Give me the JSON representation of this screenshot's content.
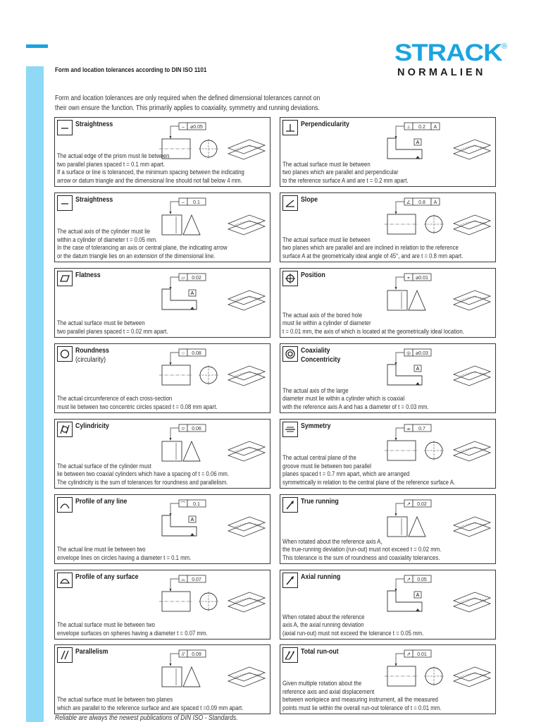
{
  "header": {
    "title": "Form and location tolerances according to DIN ISO 1101",
    "logo": {
      "brand": "STRACK",
      "registered": "®",
      "sub": "NORMALIEN"
    },
    "intro_lines": [
      "Form and location tolerances are only required when the defined dimensional tolerances cannot on",
      "their own ensure the function. This primarily applies to coaxiality, symmetry and running deviations."
    ],
    "colors": {
      "brand_blue": "#1ba4e0",
      "side_bar": "#8fd8f6"
    }
  },
  "cards": [
    {
      "title": "Straightness",
      "symbol": "straightness-icon",
      "frame": [
        "–",
        "⌀0.05"
      ],
      "lines": [
        "The actual edge of the prism must lie between",
        "two parallel planes spaced t = 0.1 mm apart.",
        "If a surface or line is toleranced, the minimum spacing between the indicating",
        "arrow or datum triangle and the dimensional line should not fall below 4 mm."
      ]
    },
    {
      "title": "Perpendicularity",
      "symbol": "perpendicularity-icon",
      "frame": [
        "⊥",
        "0.2",
        "A"
      ],
      "lines": [
        "The actual surface must lie between",
        "two planes which are parallel and perpendicular",
        "to the reference surface A and are t = 0.2 mm apart."
      ]
    },
    {
      "title": "Straightness",
      "symbol": "straightness-icon",
      "frame": [
        "–",
        "0.1"
      ],
      "lines": [
        "The actual axis of the cylinder must lie",
        "within a cylinder of diameter t = 0.05 mm.",
        "In the case of tolerancing an axis or central plane, the indicating arrow",
        "or the datum triangle lies on an extension of the dimensional line."
      ]
    },
    {
      "title": "Slope",
      "symbol": "slope-icon",
      "frame": [
        "∠",
        "0.8",
        "A"
      ],
      "lines": [
        "The actual surface must lie between",
        "two planes which are parallel and are inclined in relation to the reference",
        "surface A at the geometrically ideal angle of 45°, and are t = 0.8 mm apart."
      ]
    },
    {
      "title": "Flatness",
      "symbol": "flatness-icon",
      "frame": [
        "▱",
        "0.02"
      ],
      "lines": [
        "The actual surface must lie between",
        "two parallel planes spaced t = 0.02 mm apart."
      ]
    },
    {
      "title": "Position",
      "symbol": "position-icon",
      "frame": [
        "⌖",
        "⌀0.01"
      ],
      "lines": [
        "The actual axis of the bored hole",
        "must lie within a cylinder of diameter",
        "t = 0.01 mm, the axis of which is located at the geometrically ideal location."
      ]
    },
    {
      "title": "Roundness",
      "subtitle": "(circularity)",
      "symbol": "roundness-icon",
      "frame": [
        "○",
        "0.08"
      ],
      "lines": [
        "The actual circumference of each cross-section",
        "must lie between two concentric circles spaced t = 0.08 mm apart."
      ]
    },
    {
      "title": "Coaxiality",
      "subtitle": "Concentricity",
      "symbol": "coaxiality-icon",
      "frame": [
        "◎",
        "⌀0.03"
      ],
      "lines": [
        "The actual axis of the large",
        "diameter must lie within a cylinder which is coaxial",
        "with the reference axis A and has a diameter of t = 0.03 mm."
      ]
    },
    {
      "title": "Cylindricity",
      "symbol": "cylindricity-icon",
      "frame": [
        "⌭",
        "0.06"
      ],
      "lines": [
        "The actual surface of the cylinder must",
        "lie between two coaxial cylinders which have a spacing of t = 0.06 mm.",
        "The cylindricity is the sum of tolerances for roundness and parallelism."
      ]
    },
    {
      "title": "Symmetry",
      "symbol": "symmetry-icon",
      "frame": [
        "⌯",
        "0.7"
      ],
      "lines": [
        "The actual central plane of the",
        "groove must lie between two parallel",
        "planes spaced t = 0.7 mm apart, which are arranged",
        "symmetrically in relation to the central plane of the reference surface A."
      ]
    },
    {
      "title": "Profile of any line",
      "symbol": "profile-line-icon",
      "frame": [
        "⌒",
        "0.1"
      ],
      "lines": [
        "The actual line must lie between two",
        "envelope lines on circles having a diameter t = 0.1 mm."
      ]
    },
    {
      "title": "True running",
      "symbol": "runout-icon",
      "frame": [
        "↗",
        "0.02"
      ],
      "lines": [
        "When rotated about the reference axis A,",
        "the true-running deviation (run-out) must not exceed t = 0.02 mm.",
        "This tolerance is the sum of roundness and coaxiality tolerances."
      ]
    },
    {
      "title": "Profile of any surface",
      "symbol": "profile-surface-icon",
      "frame": [
        "⌓",
        "0.07"
      ],
      "lines": [
        "The actual surface must lie between two",
        "envelope surfaces on spheres having a diameter t = 0.07 mm."
      ]
    },
    {
      "title": "Axial running",
      "symbol": "runout-icon",
      "frame": [
        "↗",
        "0.05"
      ],
      "lines": [
        "When rotated about the reference",
        "axis A, the axial running deviation",
        "(axial run-out) must not exceed the tolerance t = 0.05 mm."
      ]
    },
    {
      "title": "Parallelism",
      "symbol": "parallelism-icon",
      "frame": [
        "//",
        "0.09"
      ],
      "lines": [
        "The actual surface must lie between two planes",
        "which are parallel to the reference surface and are spaced t =0.09 mm apart."
      ]
    },
    {
      "title": "Total run-out",
      "symbol": "total-runout-icon",
      "frame": [
        "⇗",
        "0.01"
      ],
      "lines": [
        "Given multiple rotation about the",
        "reference axis and axial displacement",
        "between workpiece and measuring instrument, all the measured",
        "points must lie within the overall run-out tolerance of t = 0.01 mm."
      ]
    }
  ],
  "footer": "Reliable are always the newest publications of DIN ISO - Standards."
}
